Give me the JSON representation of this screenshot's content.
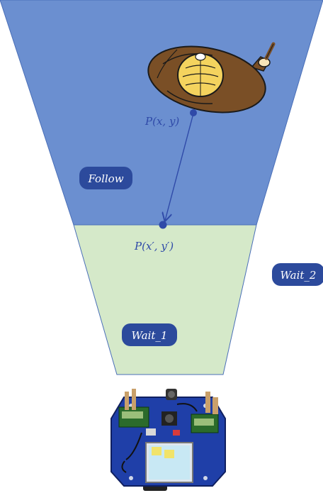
{
  "diagram": {
    "zones": {
      "follow": {
        "label": "Follow",
        "color": "#6b8fd0"
      },
      "wait_1": {
        "label": "Wait_1",
        "color": "#d5e9c9"
      },
      "wait_2": {
        "label": "Wait_2"
      }
    },
    "points": {
      "start_label": "P(x, y)",
      "end_label": "P(x′, y′)"
    },
    "colors": {
      "pill": "#2c4a9c",
      "arrow": "#2f4aa8",
      "robot_base": "#1f3fa8"
    },
    "icons": [
      "person-topdown-icon",
      "robot-platform-icon"
    ]
  }
}
